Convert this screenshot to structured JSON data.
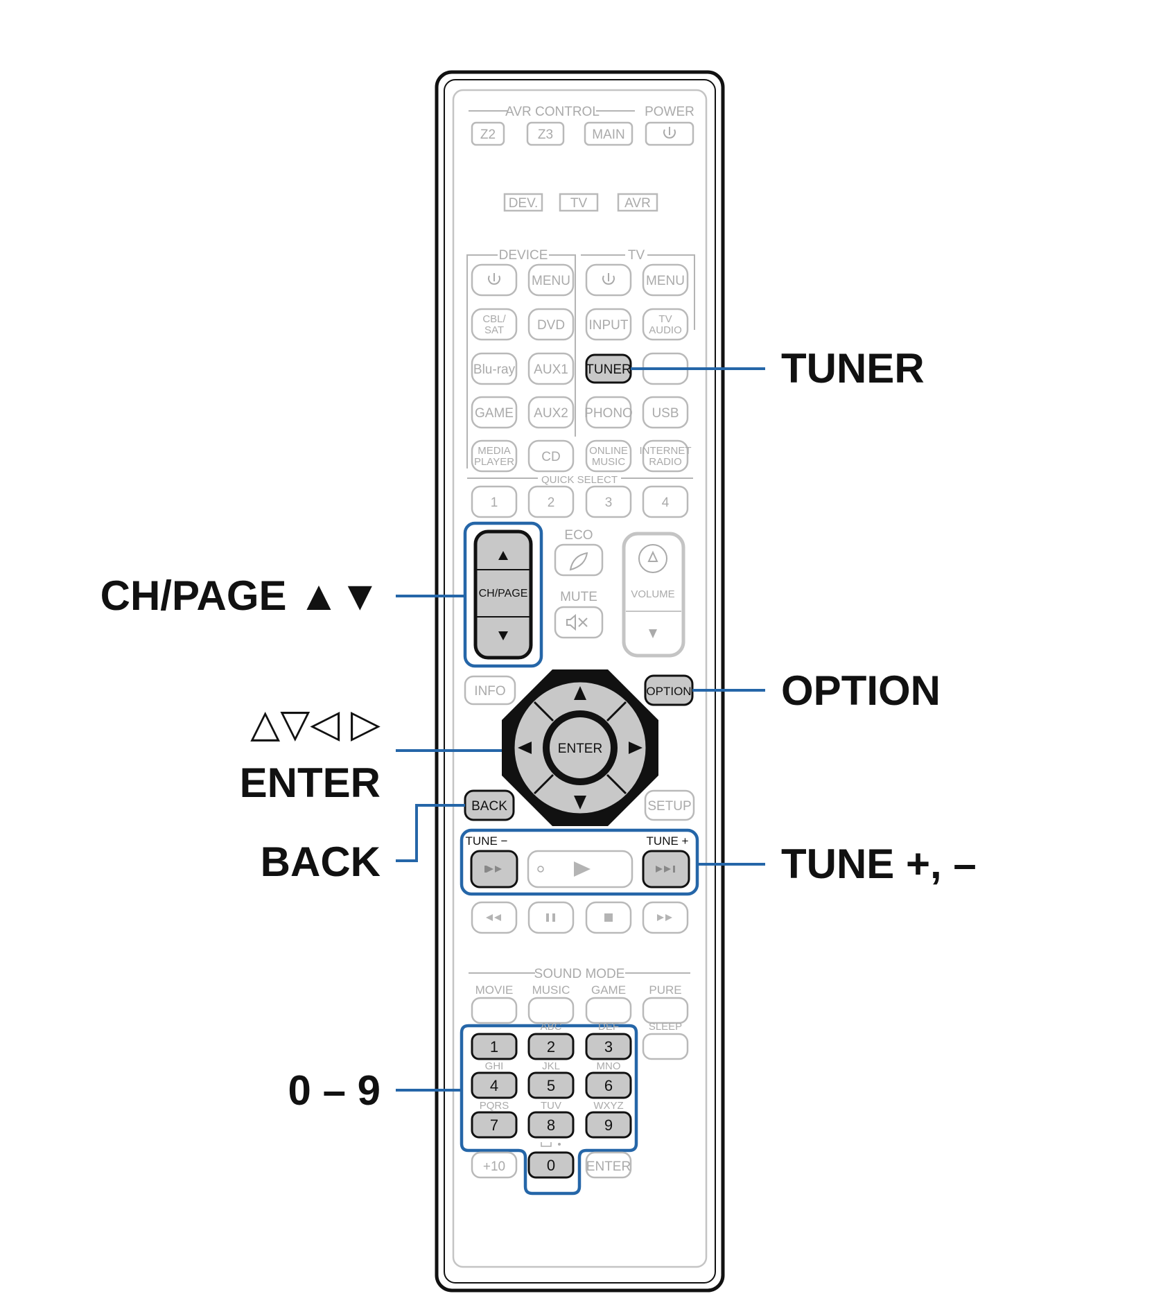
{
  "remote": {
    "avr_control": "AVR CONTROL",
    "power": "POWER",
    "zone_buttons": [
      "Z2",
      "Z3",
      "MAIN"
    ],
    "mode_buttons": [
      "DEV.",
      "TV",
      "AVR"
    ],
    "device_group": "DEVICE",
    "tv_group": "TV",
    "menu": "MENU",
    "cbl_sat": [
      "CBL/",
      "SAT"
    ],
    "dvd": "DVD",
    "input": "INPUT",
    "tv_audio": [
      "TV",
      "AUDIO"
    ],
    "bluray": "Blu-ray",
    "aux1": "AUX1",
    "tuner": "TUNER",
    "game": "GAME",
    "aux2": "AUX2",
    "phono": "PHONO",
    "usb": "USB",
    "media_player": [
      "MEDIA",
      "PLAYER"
    ],
    "cd": "CD",
    "online_music": [
      "ONLINE",
      "MUSIC"
    ],
    "internet_radio": [
      "INTERNET",
      "RADIO"
    ],
    "quick_select": "QUICK SELECT",
    "quick_numbers": [
      "1",
      "2",
      "3",
      "4"
    ],
    "eco": "ECO",
    "mute": "MUTE",
    "ch_page": "CH/PAGE",
    "volume": "VOLUME",
    "info": "INFO",
    "option": "OPTION",
    "enter": "ENTER",
    "back": "BACK",
    "setup": "SETUP",
    "tune_minus": "TUNE −",
    "tune_plus": "TUNE +",
    "sound_mode": "SOUND MODE",
    "sound_modes": [
      "MOVIE",
      "MUSIC",
      "GAME",
      "PURE"
    ],
    "sleep": "SLEEP",
    "digits": [
      "1",
      "2",
      "3",
      "4",
      "5",
      "6",
      "7",
      "8",
      "9"
    ],
    "letters": [
      "ABC",
      "DEF",
      "GHI",
      "JKL",
      "MNO",
      "PQRS",
      "TUV",
      "WXYZ"
    ],
    "plus10": "+10",
    "zero": "0",
    "enter_small": "ENTER"
  },
  "callouts": {
    "tuner": "TUNER",
    "ch_page": "CH/PAGE ▲▼",
    "option": "OPTION",
    "arrows": "△▽◁ ▷",
    "enter": "ENTER",
    "back": "BACK",
    "tune": "TUNE +, –",
    "digits": "0 – 9"
  },
  "colors": {
    "highlight": "#2566a8",
    "active_button": "#c8c8c8",
    "inactive_outline": "#b9b9b9"
  }
}
